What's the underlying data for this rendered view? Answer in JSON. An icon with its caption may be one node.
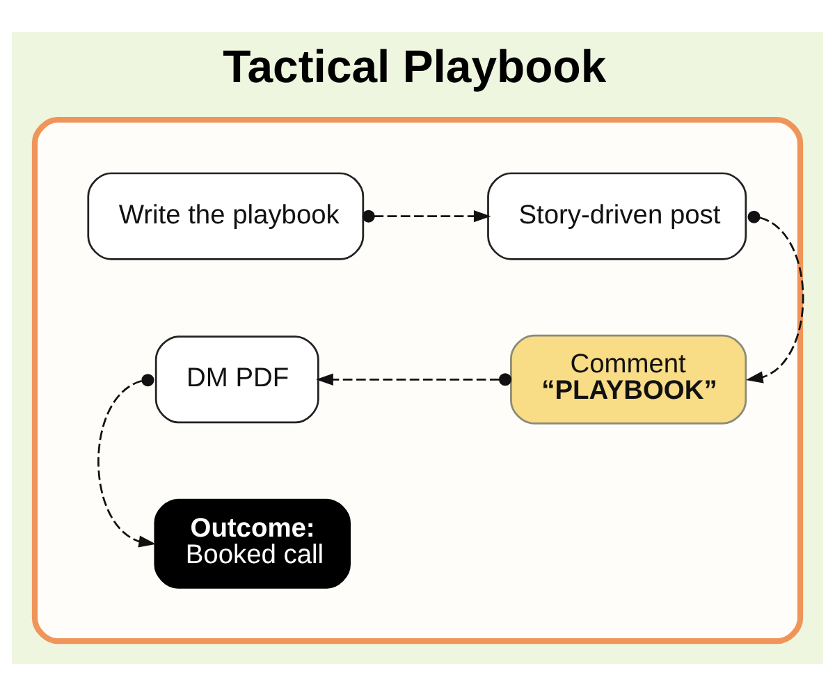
{
  "diagram": {
    "title": "Tactical Playbook",
    "nodes": [
      {
        "text": [],
        "shape": "box"
      },
      {
        "text": [
          "Write the playbook"
        ],
        "in": 0
      },
      {
        "text": [
          "Story-driven post"
        ],
        "in": 0
      },
      {
        "text": [
          "Comment",
          "“PLAYBOOK”"
        ],
        "in": 0
      },
      {
        "text": [
          "DM PDF"
        ],
        "in": 0
      },
      {
        "text": [
          "Outcome:",
          "Booked call"
        ],
        "in": 0
      }
    ],
    "edges": [
      {
        "from": 1,
        "to": 2,
        "arrow": "to",
        "style": "dashed"
      },
      {
        "from": 2,
        "to": 3,
        "arrow": "to",
        "style": "dashed"
      },
      {
        "from": 3,
        "to": 4,
        "arrow": "to",
        "style": "dashed"
      },
      {
        "from": 4,
        "to": 5,
        "arrow": "to",
        "style": "dashed"
      }
    ]
  }
}
